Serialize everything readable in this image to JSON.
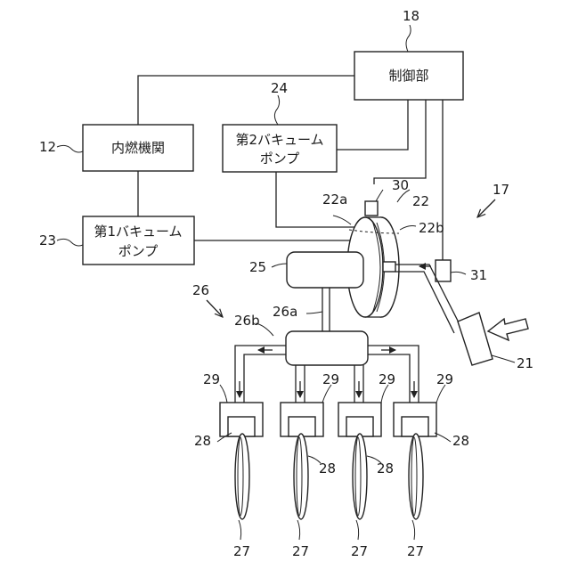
{
  "blocks": {
    "control_unit": "制御部",
    "engine": "内燃機関",
    "pump2_line1": "第2バキューム",
    "pump2_line2": "ポンプ",
    "pump1_line1": "第1バキューム",
    "pump1_line2": "ポンプ"
  },
  "refs": {
    "r18": "18",
    "r24": "24",
    "r12": "12",
    "r23": "23",
    "r17": "17",
    "r30": "30",
    "r22": "22",
    "r22a": "22a",
    "r22b": "22b",
    "r25": "25",
    "r31": "31",
    "r26": "26",
    "r26a": "26a",
    "r26b": "26b",
    "r21": "21",
    "r29_1": "29",
    "r29_2": "29",
    "r29_3": "29",
    "r29_4": "29",
    "r28_1": "28",
    "r28_2": "28",
    "r28_3": "28",
    "r28_4": "28",
    "r27_1": "27",
    "r27_2": "27",
    "r27_3": "27",
    "r27_4": "27"
  }
}
